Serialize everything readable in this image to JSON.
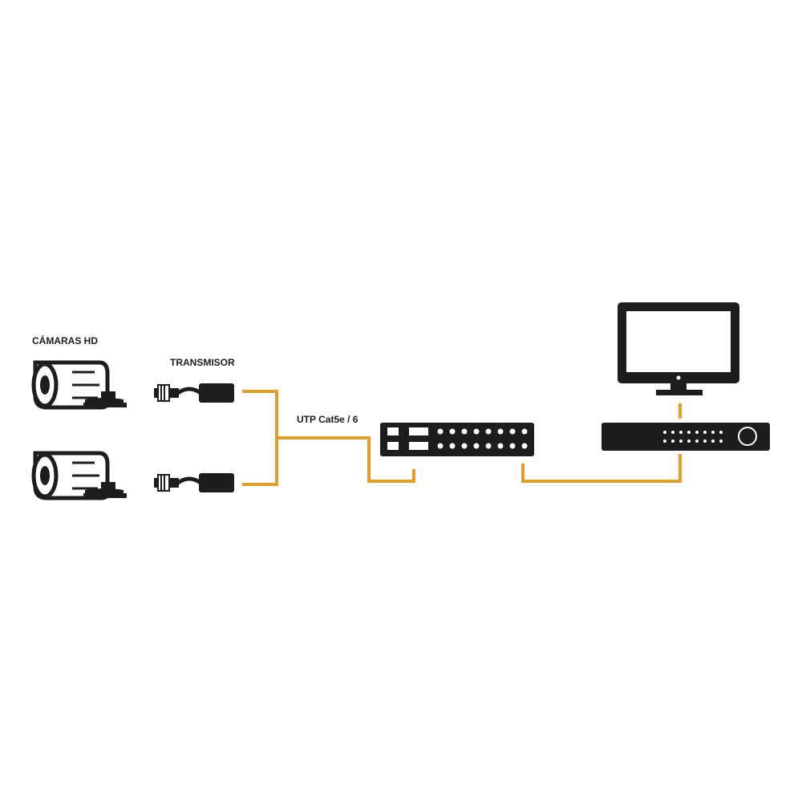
{
  "labels": {
    "cameras": "CÁMARAS HD",
    "transmitter": "TRANSMISOR",
    "cable": "UTP Cat5e / 6"
  },
  "colors": {
    "cable": "#e39e2b",
    "device": "#1d1d1b",
    "camera_fill": "#ffffff",
    "port_fill": "#ffffff"
  },
  "icons": {
    "camera": "bullet-camera-icon",
    "transmitter": "balun-transmitter-icon",
    "hub": "video-balun-hub-icon",
    "dvr": "dvr-recorder-icon",
    "monitor": "monitor-icon"
  }
}
